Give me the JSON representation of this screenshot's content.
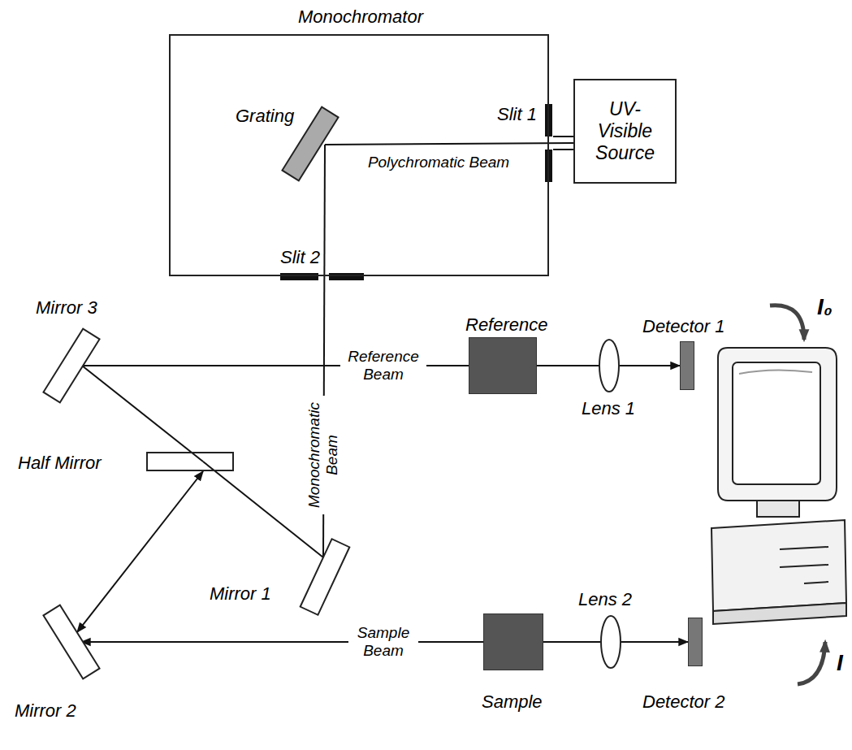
{
  "diagram": {
    "nodes": [
      {
        "text": [
          "Monochromator"
        ]
      },
      {
        "text": [
          "Grating"
        ],
        "in": 0
      },
      {
        "text": [
          "UV-Visible Source"
        ]
      },
      {
        "text": [
          "Mirror 3"
        ]
      },
      {
        "text": [
          "Half Mirror"
        ]
      },
      {
        "text": [
          "Mirror 1"
        ]
      },
      {
        "text": [
          "Mirror 2"
        ]
      },
      {
        "text": [
          "Reference"
        ]
      },
      {
        "text": [
          "Lens 1"
        ]
      },
      {
        "text": [
          "Detector 1"
        ]
      },
      {
        "text": [
          "Sample"
        ]
      },
      {
        "text": [
          "Lens 2"
        ]
      },
      {
        "text": [
          "Detector 2"
        ]
      }
    ],
    "edges": [
      {
        "from": 2,
        "to": 1,
        "arrow": "none",
        "label": "Polychromatic Beam"
      },
      {
        "from": 1,
        "to": 5,
        "arrow": "none",
        "label": "Monochromatic Beam"
      },
      {
        "from": 5,
        "to": 4,
        "arrow": "none"
      },
      {
        "from": 4,
        "to": 3,
        "arrow": "none"
      },
      {
        "from": 4,
        "to": 6,
        "arrow": "both"
      },
      {
        "from": 3,
        "to": 7,
        "arrow": "none",
        "label": "Reference Beam"
      },
      {
        "from": 7,
        "to": 8,
        "arrow": "none"
      },
      {
        "from": 8,
        "to": 9,
        "arrow": "to"
      },
      {
        "from": 10,
        "to": 6,
        "arrow": "to",
        "label": "Sample Beam"
      },
      {
        "from": 10,
        "to": 11,
        "arrow": "none"
      },
      {
        "from": 11,
        "to": 12,
        "arrow": "to"
      }
    ],
    "labels": [
      "Slit 1",
      "Slit 2",
      "I₀",
      "I"
    ]
  }
}
